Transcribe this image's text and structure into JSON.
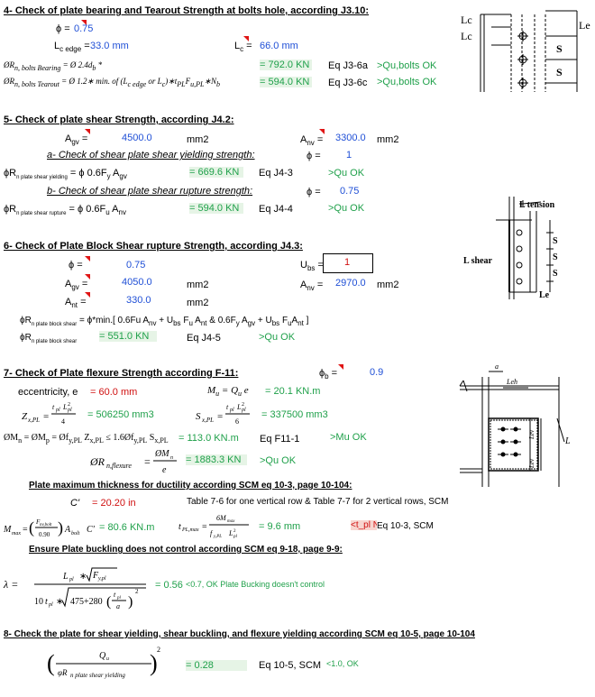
{
  "s4": {
    "heading": "4- Check of plate bearing and Tearout Strength at bolts hole, according J3.10:",
    "phi_label": "ϕ =",
    "phi_val": "0.75",
    "lcedge_label": "L",
    "lcedge_sub": "c edge",
    "lcedge_eq": " =",
    "lcedge_val": "33.0 mm",
    "lc_label": "L",
    "lc_sub": "c",
    "lc_eq": " =",
    "lc_val": "66.0 mm",
    "row1_left": "ØR",
    "row1_sub": "n, bolts Bearing",
    "row1_formula": "= Ø 2.4d",
    "row1_formula_sub": "b",
    "row1_formula_end": " *",
    "row1_val": "= 792.0 KN",
    "row1_eq": "Eq J3-6a",
    "row1_check": ">Qu,bolts OK",
    "row2_left": "ØR",
    "row2_sub": "n, bolts Tearout",
    "row2_formula": "= Ø 1.2∗ min. of (L",
    "row2_formula_mid": "c edge",
    "row2_formula_mid2": " or L",
    "row2_formula_mid3": "c",
    "row2_formula_end": ")∗t",
    "row2_formula_mid4": "PL",
    "row2_formula_end2": "F",
    "row2_formula_mid5": "u,PL",
    "row2_formula_end3": "∗N",
    "row2_formula_mid6": "b",
    "row2_val": "= 594.0 KN",
    "row2_eq": "Eq J3-6c",
    "row2_check": ">Qu,bolts OK"
  },
  "s5": {
    "heading": "5- Check of plate shear Strength, according J4.2:",
    "agv_label": "A",
    "agv_sub": "gv",
    "agv_eq": " =",
    "agv_val": "4500.0",
    "agv_unit": "mm2",
    "anv_label": "A",
    "anv_sub": "nv",
    "anv_eq": " =",
    "anv_val": "3300.0",
    "anv_unit": "mm2",
    "sub_a": "a- Check of shear plate shear yielding strength:",
    "phi_a_label": "ϕ =",
    "phi_a_val": "1",
    "yield_left": "ϕR",
    "yield_sub": "n plate shear yielding",
    "yield_formula": "= ϕ 0.6F",
    "yield_formula_sub": "y",
    "yield_formula_mid": " A",
    "yield_formula_sub2": "gv",
    "yield_val": "= 669.6 KN",
    "yield_eq": "Eq J4-3",
    "yield_check": ">Qu OK",
    "sub_b": "b- Check of shear plate shear rupture strength:",
    "phi_b_label": "ϕ =",
    "phi_b_val": "0.75",
    "rupt_left": "ϕR",
    "rupt_sub": "n plate shear rupture",
    "rupt_formula": "= ϕ 0.6F",
    "rupt_formula_sub": "u",
    "rupt_formula_mid": " A",
    "rupt_formula_sub2": "nv",
    "rupt_val": "= 594.0 KN",
    "rupt_eq": "Eq J4-4",
    "rupt_check": ">Qu OK"
  },
  "s6": {
    "heading": "6- Check of Plate Block Shear rupture Strength, according J4.3:",
    "phi_label": "ϕ =",
    "phi_val": "0.75",
    "ubs_label": "U",
    "ubs_sub": "bs",
    "ubs_eq": " =",
    "ubs_val": "1",
    "agv_label": "A",
    "agv_sub": "gv",
    "agv_eq": " =",
    "agv_val": "4050.0",
    "agv_unit": "mm2",
    "anv_label": "A",
    "anv_sub": "nv",
    "anv_eq": " =",
    "anv_val": "2970.0",
    "anv_unit": "mm2",
    "ant_label": "A",
    "ant_sub": "nt",
    "ant_eq": " =",
    "ant_val": "330.0",
    "ant_unit": "mm2",
    "formula_left": "ϕR",
    "formula_sub": "n plate block shear",
    "formula": "= ϕ*min.[ 0.6F",
    "formula_rest": "u A",
    "formula_rest2": "nv",
    "formula_rest3": " + U",
    "formula_rest4": "bs",
    "formula_rest5": " F",
    "formula_rest6": "u",
    "formula_rest7": " A",
    "formula_rest8": "nt",
    "formula_rest9": " & 0.6F",
    "formula_rest10": "y",
    "formula_rest11": " A",
    "formula_rest12": "gv",
    "formula_rest13": " + U",
    "formula_rest14": "bs",
    "formula_rest15": " F",
    "formula_rest16": "u",
    "formula_rest17": "A",
    "formula_rest18": "nt",
    "formula_rest19": " ]",
    "res_left": "ϕR",
    "res_sub": "n plate block shear",
    "res_val": "= 551.0 KN",
    "res_eq": "Eq J4-5",
    "res_check": ">Qu OK"
  },
  "s7": {
    "heading": "7- Check of Plate flexure Strength according F-11:",
    "phib_label": "ϕ",
    "phib_sub": "b",
    "phib_eq": " =",
    "phib_val": "0.9",
    "ecc_label": "eccentricity, e",
    "ecc_val": "= 60.0 mm",
    "mu_formula": "M",
    "mu_sub": "u",
    "mu_formula2": " = Q",
    "mu_sub2": "u",
    "mu_formula3": " e",
    "mu_val": "= 20.1 KN.m",
    "zx_val": "= 506250 mm3",
    "sx_val": "= 337500 mm3",
    "mn_formula": "ØM",
    "mn_val": "= 113.0 KN.m",
    "mn_eq": "Eq F11-1",
    "mn_check": ">Mu OK",
    "rn_val": "= 1883.3 KN",
    "rn_check": ">Qu OK",
    "min_heading": "Plate maximum thickness for ductility according SCM eq 10-3, page 10-104:",
    "c_label": "C'",
    "c_val": "= 20.20 in",
    "table_ref": "Table 7-6 for one vertical row & Table 7-7 for 2 vertical rows, SCM",
    "mmax_val": "= 80.6 KN.m",
    "tpl_val": "= 9.6 mm",
    "tpl_check": "<t_pl Not O",
    "tpl_eq": "Eq 10-3, SCM",
    "buck_heading": "Ensure Plate buckling does not control according SCM eq 9-18, page 9-9:",
    "lambda_val": "= 0.56",
    "lambda_check": "<0.7, OK Plate Bucking doesn't control"
  },
  "s8": {
    "heading": "8- Check the plate for shear yielding, shear buckling, and flexure yielding according SCM eq 10-5, page 10-104",
    "val": "= 0.28",
    "eq": "Eq 10-5, SCM",
    "check": "<1.0, OK"
  },
  "fig1": {
    "lc1": "Lc",
    "lc2": "Lc",
    "le": "Le",
    "s1": "S",
    "s2": "S"
  },
  "fig2": {
    "ltension": "L tension",
    "lshear": "L shear",
    "s": "S",
    "le": "Le"
  },
  "fig3": {
    "a": "a",
    "leh": "Leh",
    "lev": "Lev",
    "l": "L"
  }
}
